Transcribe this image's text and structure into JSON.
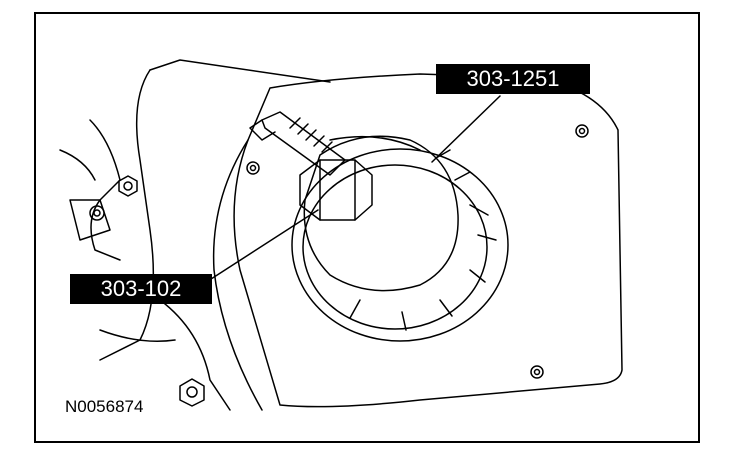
{
  "callouts": {
    "special_tool_1251": "303-1251",
    "special_tool_102": "303-102"
  },
  "figure_id": "N0056874",
  "colors": {
    "line": "#000000",
    "label_bg": "#000000",
    "label_text": "#ffffff",
    "background": "#ffffff"
  }
}
